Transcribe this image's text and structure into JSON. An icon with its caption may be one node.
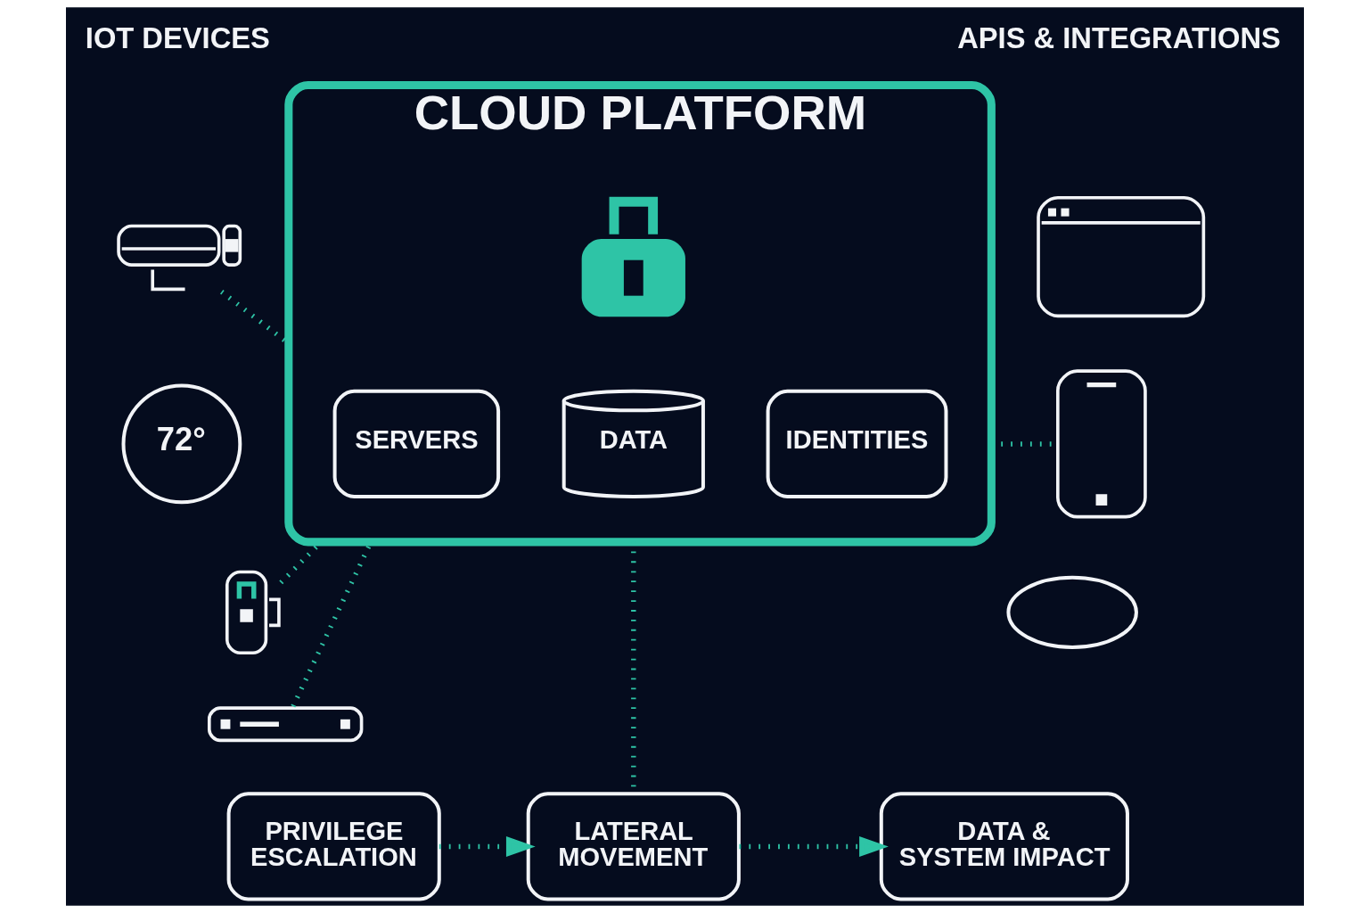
{
  "diagram": {
    "nodes": [
      {
        "text": [],
        "shape": "picture"
      },
      {
        "text": [
          "72°"
        ]
      },
      {
        "text": [],
        "shape": "picture"
      },
      {
        "text": [],
        "shape": "picture"
      },
      {
        "text": [
          "CLOUD PLATFORM"
        ]
      },
      {
        "text": [],
        "shape": "picture",
        "in": 4
      },
      {
        "text": [
          "SERVERS"
        ],
        "in": 4
      },
      {
        "text": [
          "DATA"
        ],
        "in": 4
      },
      {
        "text": [
          "IDENTITIES"
        ],
        "in": 4
      },
      {
        "text": [],
        "shape": "picture"
      },
      {
        "text": [],
        "shape": "picture"
      },
      {
        "text": [],
        "shape": "cloud"
      },
      {
        "text": [
          "PRIVILEGE ESCALATION"
        ]
      },
      {
        "text": [
          "LATERAL MOVEMENT"
        ]
      },
      {
        "text": [
          "DATA & SYSTEM IMPACT"
        ]
      }
    ],
    "edges": [
      {
        "from": 0,
        "to": 4,
        "arrow": "none",
        "style": "dashed"
      },
      {
        "from": 2,
        "to": 4,
        "arrow": "none",
        "style": "dashed"
      },
      {
        "from": 3,
        "to": 4,
        "arrow": "none",
        "style": "dashed"
      },
      {
        "from": 4,
        "to": 10,
        "arrow": "none",
        "style": "dashed"
      },
      {
        "from": 4,
        "to": 13,
        "arrow": "none",
        "style": "dashed"
      },
      {
        "from": 12,
        "to": 13,
        "arrow": "to",
        "style": "dashed"
      },
      {
        "from": 13,
        "to": 14,
        "arrow": "to",
        "style": "dashed"
      }
    ],
    "labels": [
      "IOT DEVICES",
      "APIS & INTEGRATIONS"
    ]
  }
}
